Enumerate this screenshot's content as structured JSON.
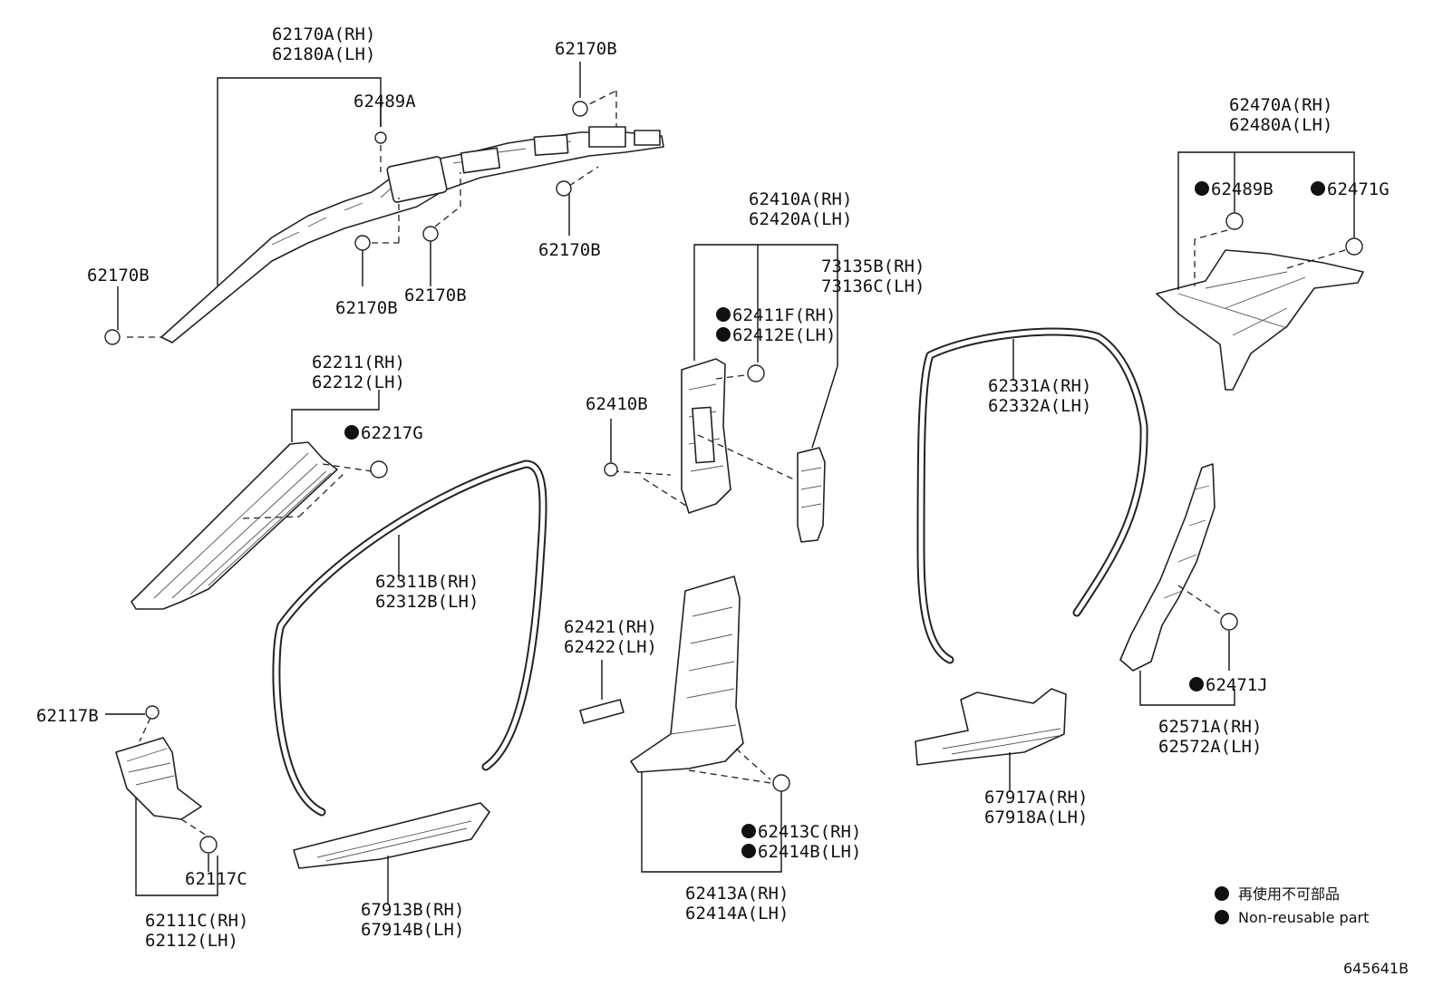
{
  "labels": {
    "p62170A_rh": "62170A(RH)",
    "p62180A_lh": "62180A(LH)",
    "p62170B_top": "62170B",
    "p62489A": "62489A",
    "p62170B_left": "62170B",
    "p62170B_mid1": "62170B",
    "p62170B_mid2": "62170B",
    "p62170B_right": "62170B",
    "p62211_rh": "62211(RH)",
    "p62212_lh": "62212(LH)",
    "p62217G": "62217G",
    "p62311B_rh": "62311B(RH)",
    "p62312B_lh": "62312B(LH)",
    "p62117B": "62117B",
    "p62117C": "62117C",
    "p62111C_rh": "62111C(RH)",
    "p62112_lh": "62112(LH)",
    "p67913B_rh": "67913B(RH)",
    "p67914B_lh": "67914B(LH)",
    "p62410A_rh": "62410A(RH)",
    "p62420A_lh": "62420A(LH)",
    "p62411F_rh": "62411F(RH)",
    "p62412E_lh": "62412E(LH)",
    "p62410B": "62410B",
    "p73135B_rh": "73135B(RH)",
    "p73136C_lh": "73136C(LH)",
    "p62421_rh": "62421(RH)",
    "p62422_lh": "62422(LH)",
    "p62413C_rh": "62413C(RH)",
    "p62414B_lh": "62414B(LH)",
    "p62413A_rh": "62413A(RH)",
    "p62414A_lh": "62414A(LH)",
    "p62470A_rh": "62470A(RH)",
    "p62480A_lh": "62480A(LH)",
    "p62489B": "62489B",
    "p62471G": "62471G",
    "p62331A_rh": "62331A(RH)",
    "p62332A_lh": "62332A(LH)",
    "p62471J": "62471J",
    "p62571A_rh": "62571A(RH)",
    "p62572A_lh": "62572A(LH)",
    "p67917A_rh": "67917A(RH)",
    "p67918A_lh": "67918A(LH)"
  },
  "legend": {
    "jp": "再使用不可部品",
    "en": "Non-reusable part"
  },
  "diagram_id": "645641B",
  "colors": {
    "ink": "#111111",
    "background": "#ffffff"
  },
  "icons": {
    "non_reusable_marker": "filled-circle"
  }
}
